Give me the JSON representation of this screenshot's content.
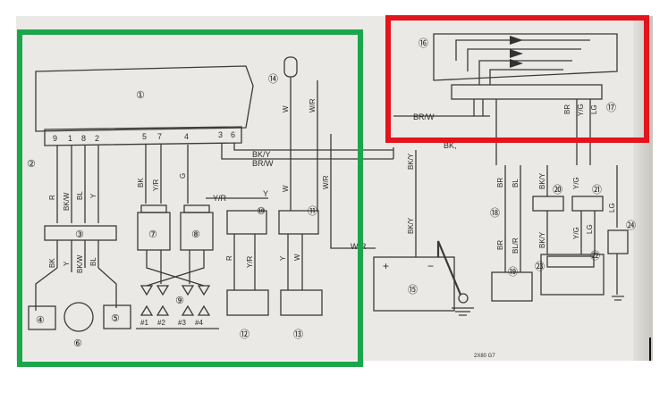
{
  "diagram": {
    "callouts": [
      "①",
      "②",
      "③",
      "④",
      "⑤",
      "⑥",
      "⑦",
      "⑧",
      "⑨",
      "⑩",
      "⑪",
      "⑫",
      "⑬",
      "⑭",
      "⑮",
      "⑯",
      "⑰",
      "⑱",
      "⑲",
      "⑳",
      "㉑",
      "㉒",
      "㉓",
      "㉔"
    ],
    "terminal_numbers": [
      "9",
      "1",
      "8",
      "2",
      "5",
      "7",
      "4",
      "3",
      "6"
    ],
    "wire_labels": {
      "r": "R",
      "bk_w": "BK/W",
      "bl": "BL",
      "y": "Y",
      "bk": "BK",
      "y_r": "Y/R",
      "g": "G",
      "bk_y": "BK/Y",
      "br_w": "BR/W",
      "w": "W",
      "w_r": "W/R",
      "br": "BR",
      "y_g": "Y/G",
      "lg": "LG",
      "bl_r": "BL/R",
      "bk_truncated": "BK,"
    },
    "spark_plugs": [
      "#1",
      "#2",
      "#3",
      "#4"
    ],
    "battery_signs": [
      "+",
      "−"
    ],
    "page_footer": "2X80 G7",
    "highlight_colors": {
      "green": "#1aa64a",
      "red": "#e3141b"
    }
  }
}
